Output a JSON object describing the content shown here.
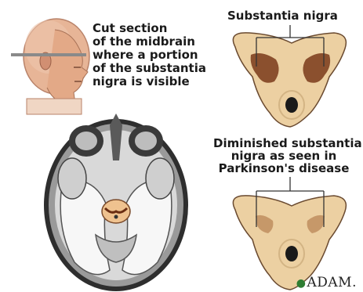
{
  "caption_main": {
    "lines": [
      "Cut section",
      "of the midbrain",
      "where a portion",
      "of the substantia",
      "nigra is visible"
    ]
  },
  "label_top": "Substantia nigra",
  "label_bottom": {
    "lines": [
      "Diminished substantia",
      "nigra as seen in",
      "Parkinson's disease"
    ]
  },
  "logo": "ADAM.",
  "colors": {
    "tissue": "#e8c99a",
    "pigment": "#6b2e12",
    "outline": "#4a4a4a",
    "skin": "#e0a98a"
  }
}
